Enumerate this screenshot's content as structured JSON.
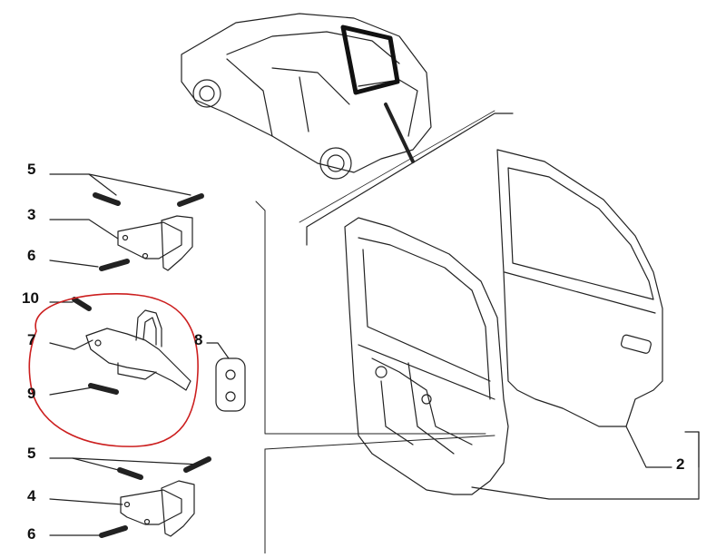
{
  "diagram": {
    "callouts": [
      {
        "id": "part-5-top",
        "label": "5"
      },
      {
        "id": "part-3",
        "label": "3"
      },
      {
        "id": "part-6-top",
        "label": "6"
      },
      {
        "id": "part-10",
        "label": "10"
      },
      {
        "id": "part-7",
        "label": "7"
      },
      {
        "id": "part-9",
        "label": "9"
      },
      {
        "id": "part-8",
        "label": "8"
      },
      {
        "id": "part-5-bottom",
        "label": "5"
      },
      {
        "id": "part-4",
        "label": "4"
      },
      {
        "id": "part-6-bottom",
        "label": "6"
      },
      {
        "id": "part-2",
        "label": "2"
      }
    ],
    "highlight_color": "#cc1f1f",
    "line_color": "#222222"
  }
}
